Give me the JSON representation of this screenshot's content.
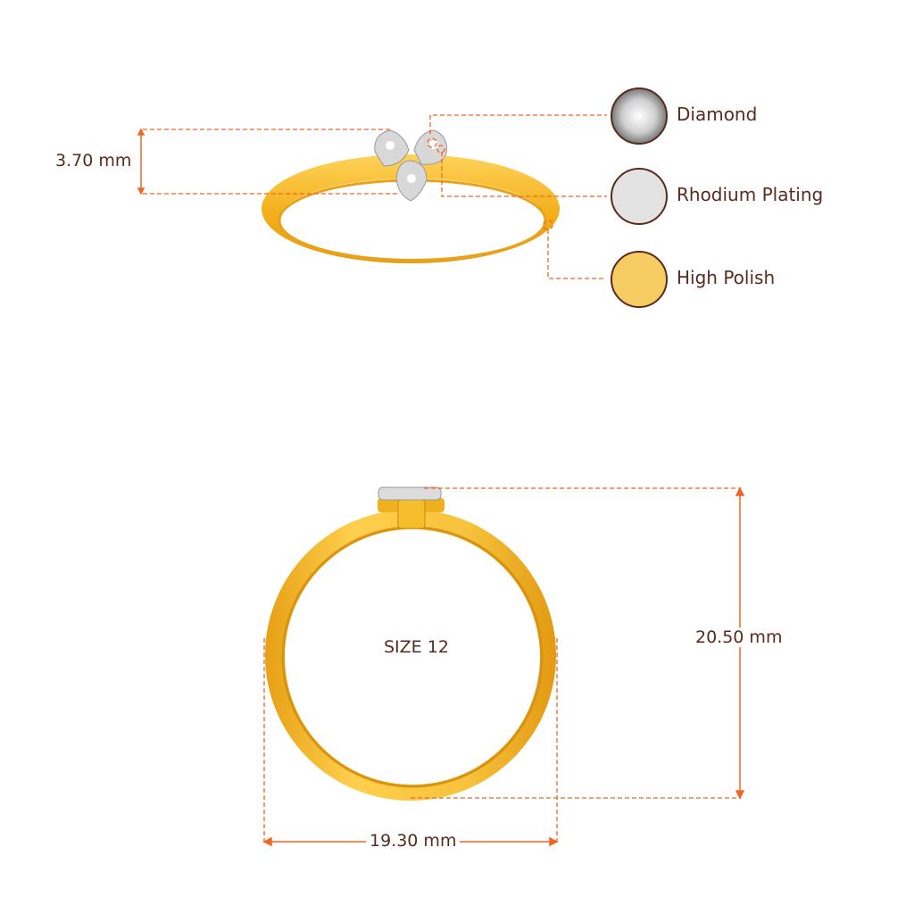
{
  "dimensions": {
    "height": "3.70 mm",
    "outer_height": "20.50 mm",
    "width": "19.30 mm",
    "size": "SIZE 12"
  },
  "legend": [
    {
      "label": "Diamond",
      "swatch": "diamond",
      "color": "#d9d9d9"
    },
    {
      "label": "Rhodium Plating",
      "swatch": "rhodium",
      "color": "#e3e3e3"
    },
    {
      "label": "High Polish",
      "swatch": "gold",
      "color": "#f7cc63"
    }
  ],
  "colors": {
    "accent": "#f26522",
    "text": "#5a2a1c",
    "gold": "#f5b623",
    "gold_dark": "#d98f0e"
  }
}
